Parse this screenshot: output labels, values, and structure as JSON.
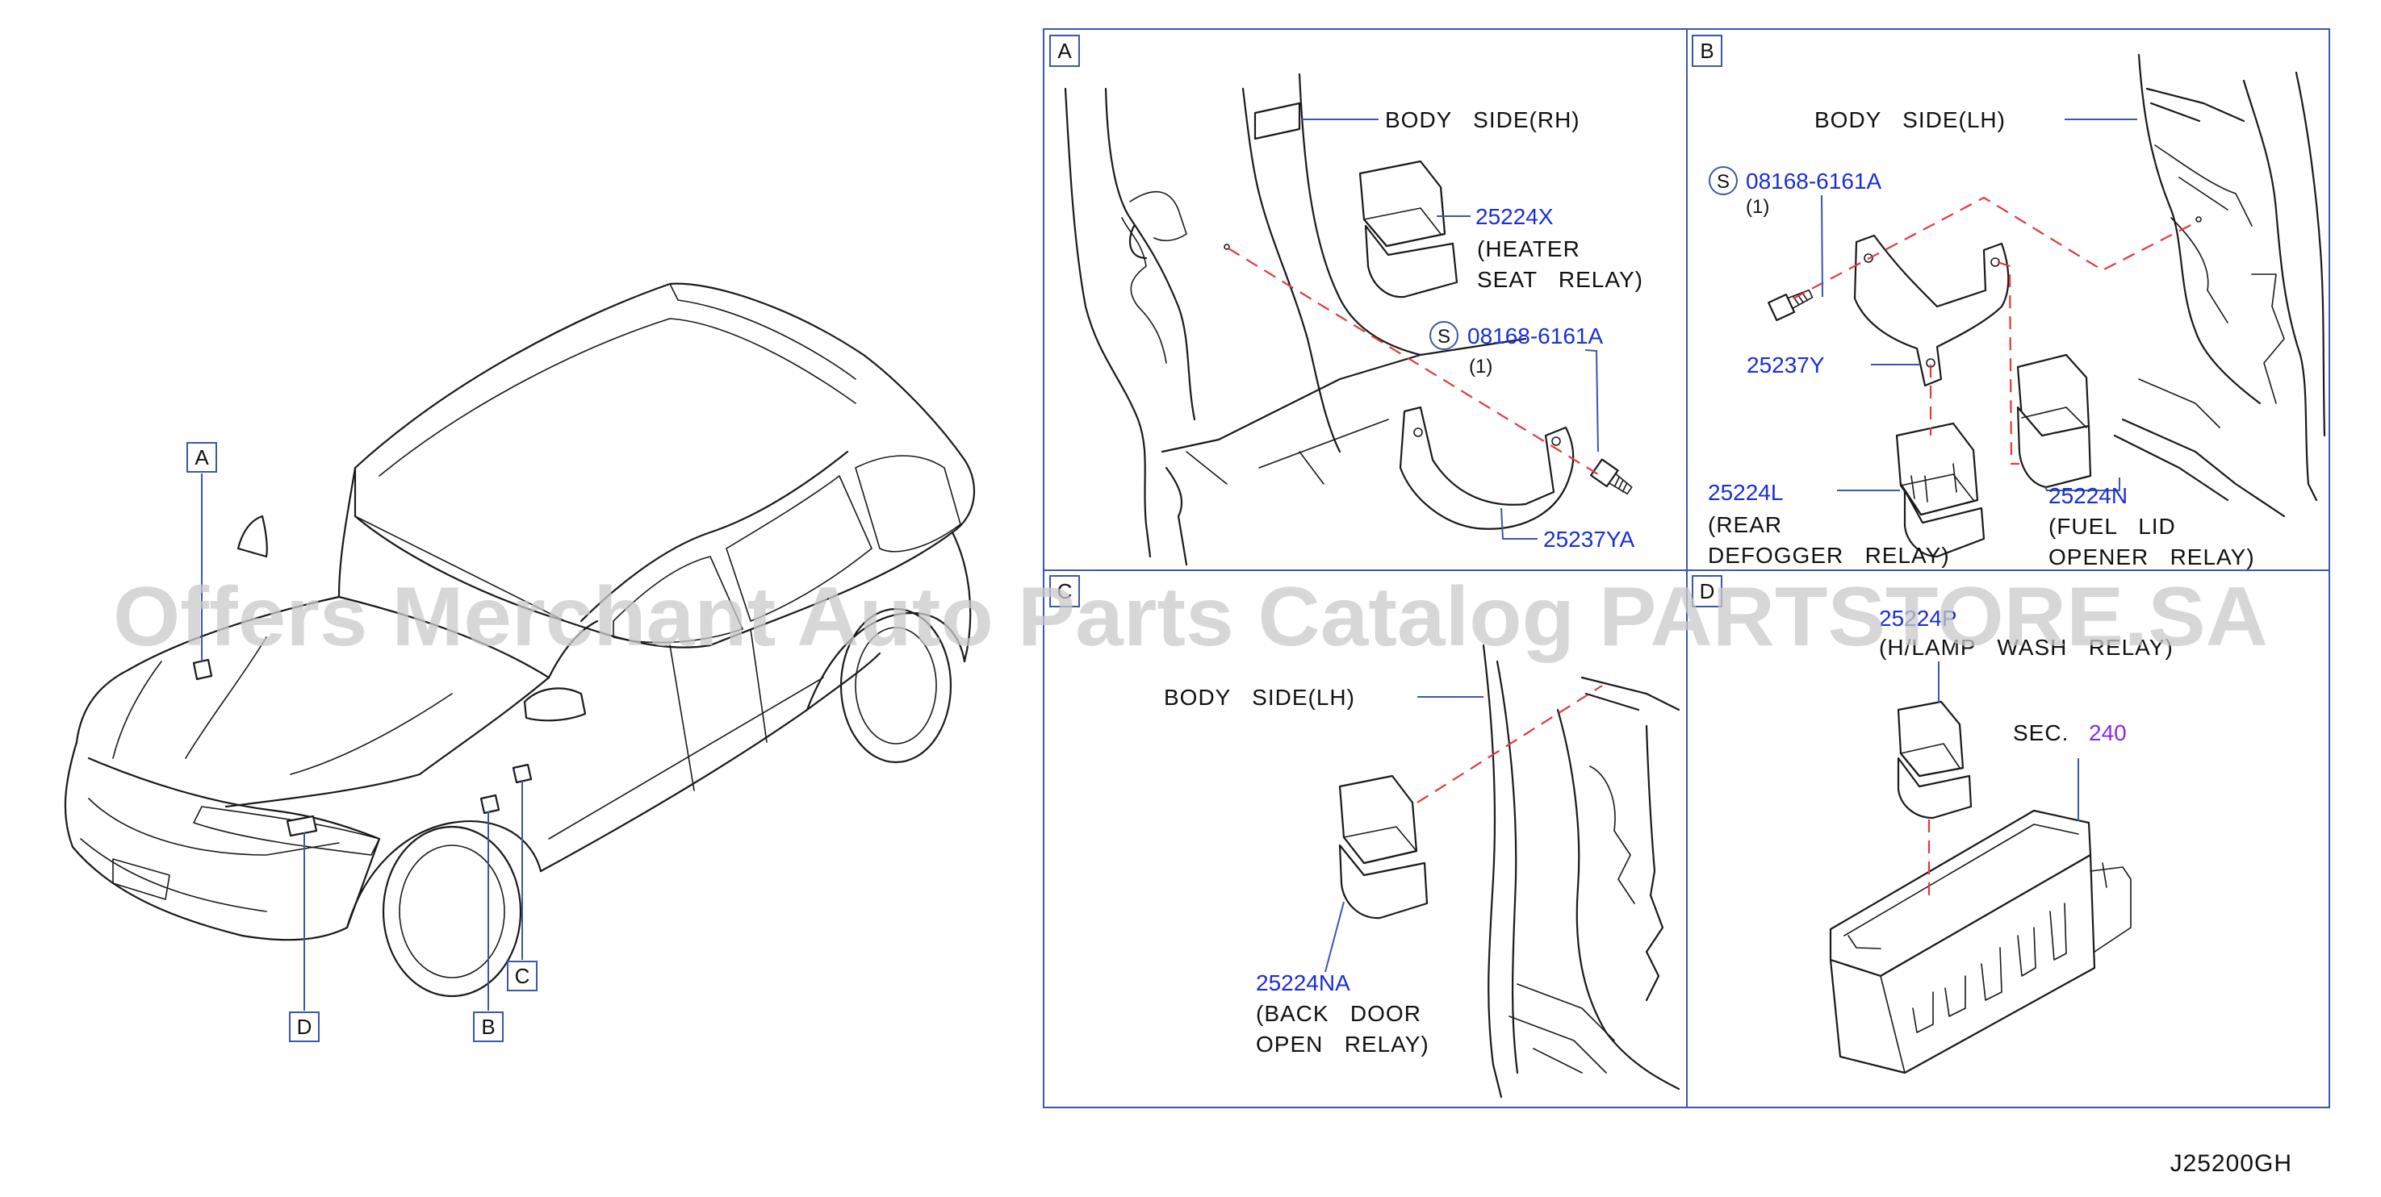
{
  "diagram_code": "J25200GH",
  "watermark": "Offers Merchant Auto Parts Catalog PARTSTORE.SA",
  "colors": {
    "part_number": "#1a2fd6",
    "section_link": "#8a2be2",
    "frame": "#3d57a8",
    "leader": "#3d57a8",
    "dash": "#e03a3a"
  },
  "car_callouts": {
    "a": "A",
    "b": "B",
    "c": "C",
    "d": "D"
  },
  "panel_a": {
    "letter": "A",
    "body_side": "BODY   SIDE(RH)",
    "relay_pn": "25224X",
    "relay_name_1": "(HEATER",
    "relay_name_2": "SEAT   RELAY)",
    "bolt_symbol": "S",
    "bolt_pn": "08168-6161A",
    "bolt_qty": "(1)",
    "bracket_pn": "25237YA"
  },
  "panel_b": {
    "letter": "B",
    "body_side": "BODY   SIDE(LH)",
    "bolt_symbol": "S",
    "bolt_pn": "08168-6161A",
    "bolt_qty": "(1)",
    "bracket_pn": "25237Y",
    "relay1_pn": "25224L",
    "relay1_name_1": "(REAR",
    "relay1_name_2": "DEFOGGER   RELAY)",
    "relay2_pn": "25224N",
    "relay2_name_1": "(FUEL   LID",
    "relay2_name_2": "OPENER   RELAY)"
  },
  "panel_c": {
    "letter": "C",
    "body_side": "BODY   SIDE(LH)",
    "relay_pn": "25224NA",
    "relay_name_1": "(BACK   DOOR",
    "relay_name_2": "OPEN   RELAY)"
  },
  "panel_d": {
    "letter": "D",
    "relay_pn": "25224P",
    "relay_name": "(H/LAMP   WASH   RELAY)",
    "sec_label": "SEC.",
    "sec_number": "240"
  }
}
